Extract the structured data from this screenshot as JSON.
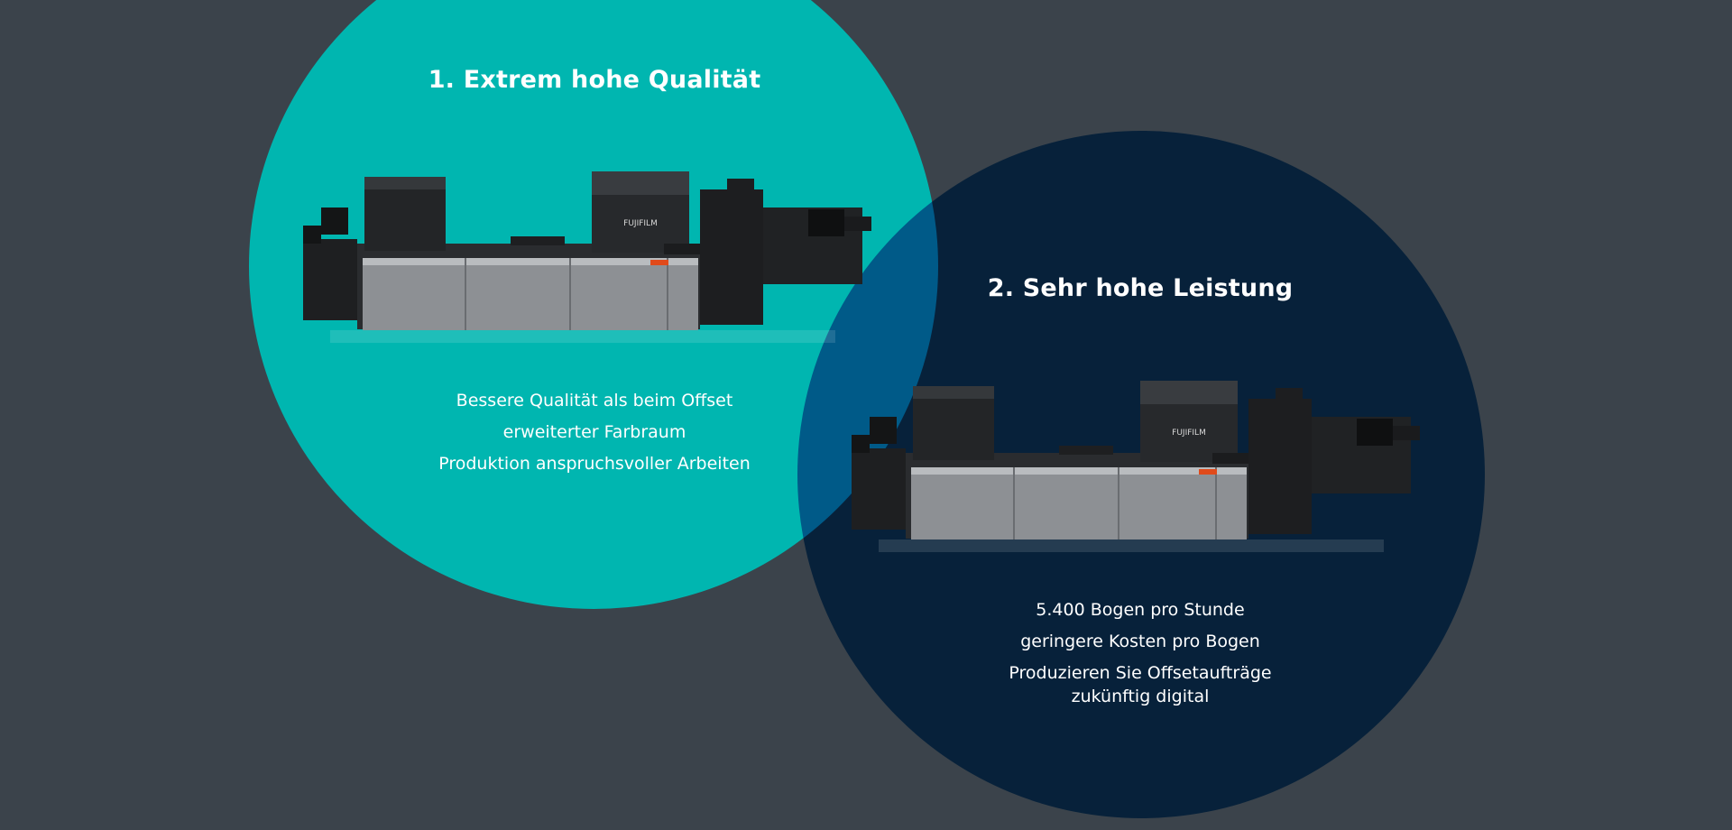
{
  "panels": [
    {
      "heading": "1. Extrem hohe Qualität",
      "features": [
        "Bessere Qualität als beim Offset",
        "erweiterter Farbraum",
        "Produktion anspruchsvoller Arbeiten"
      ],
      "color": "#00b6b0",
      "image": "printing-press-image",
      "logo_text": "FUJIFILM"
    },
    {
      "heading": "2. Sehr hohe Leistung",
      "features": [
        "5.400 Bogen pro Stunde",
        "geringere Kosten pro Bogen",
        "Produzieren Sie Offsetaufträge zukünftig digital"
      ],
      "color": "#1c7ec5",
      "image": "printing-press-image",
      "logo_text": "FUJIFILM"
    }
  ],
  "background_color": "#3b434b"
}
